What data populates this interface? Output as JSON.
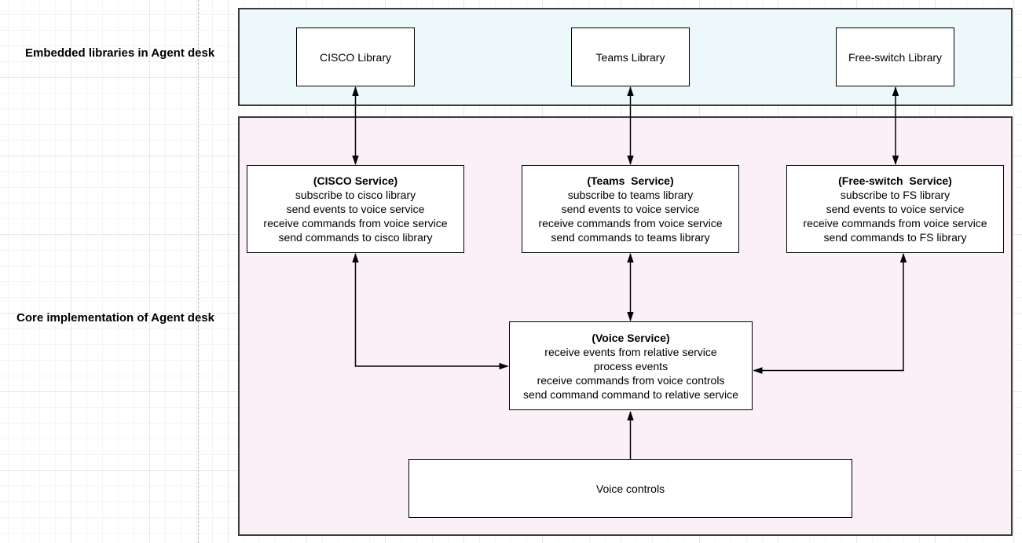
{
  "region_labels": {
    "embedded": "Embedded libraries in Agent desk",
    "core": "Core implementation of Agent desk"
  },
  "colors": {
    "libraries_container_fill": "#ecf8fa",
    "core_container_fill": "#fcf0f8",
    "container_border": "#3a3a3a",
    "node_fill": "#ffffff",
    "node_border": "#000000",
    "arrow": "#000000",
    "grid_minor": "#f4f4f4",
    "grid_major": "#e7e7e7"
  },
  "nodes": {
    "cisco_library": {
      "label": "CISCO Library"
    },
    "teams_library": {
      "label": "Teams Library"
    },
    "freeswitch_library": {
      "label": "Free-switch Library"
    },
    "cisco_service": {
      "title": "(CISCO Service)",
      "lines": [
        "subscribe to cisco library",
        "send events to voice service",
        "receive commands from voice service",
        "send commands to cisco library"
      ]
    },
    "teams_service": {
      "title": "(Teams  Service)",
      "lines": [
        "subscribe to teams library",
        "send events to voice service",
        "receive commands from voice service",
        "send commands to teams library"
      ]
    },
    "freeswitch_service": {
      "title": "(Free-switch  Service)",
      "lines": [
        "subscribe to FS library",
        "send events to voice service",
        "receive commands from voice service",
        "send commands to FS library"
      ]
    },
    "voice_service": {
      "title": "(Voice Service)",
      "lines": [
        "receive events from relative service",
        "process events",
        "receive commands from voice controls",
        "send command command to relative service"
      ]
    },
    "voice_controls": {
      "label": "Voice controls"
    }
  }
}
